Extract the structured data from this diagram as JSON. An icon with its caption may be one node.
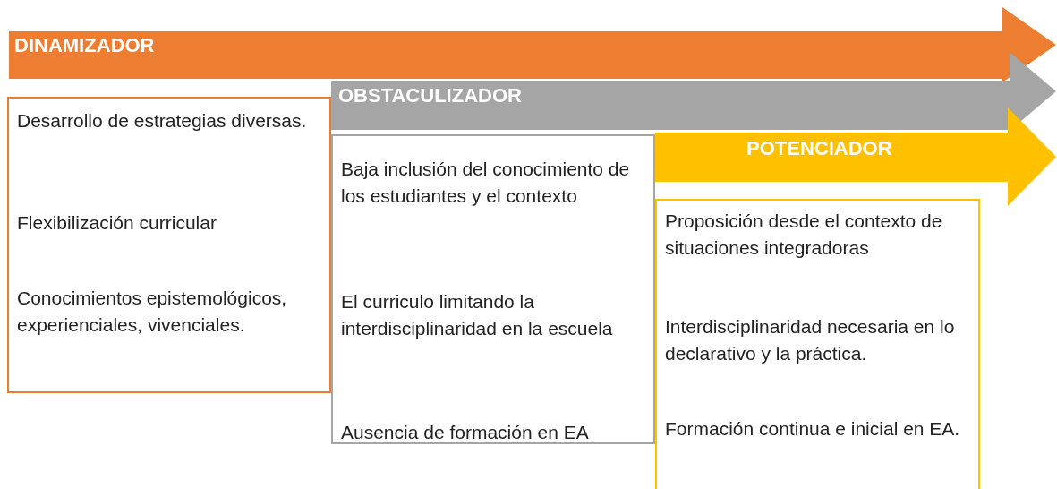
{
  "diagram": {
    "nodes": [
      {
        "text": [
          "DINAMIZADOR"
        ]
      },
      {
        "text": [
          "Desarrollo de estrategias diversas.",
          "Flexibilización curricular",
          "Conocimientos epistemológicos, experienciales, vivenciales."
        ]
      },
      {
        "text": [
          "OBSTACULIZADOR"
        ]
      },
      {
        "text": [
          "Baja inclusión del conocimiento de los estudiantes y el contexto",
          "El curriculo limitando la interdisciplinaridad en la escuela",
          "Ausencia de formación en EA"
        ]
      },
      {
        "text": [
          "POTENCIADOR"
        ]
      },
      {
        "text": [
          "Proposición desde el contexto de situaciones integradoras",
          "Interdisciplinaridad necesaria en lo declarativo y la práctica.",
          "Formación continua e inicial en EA."
        ]
      }
    ]
  }
}
